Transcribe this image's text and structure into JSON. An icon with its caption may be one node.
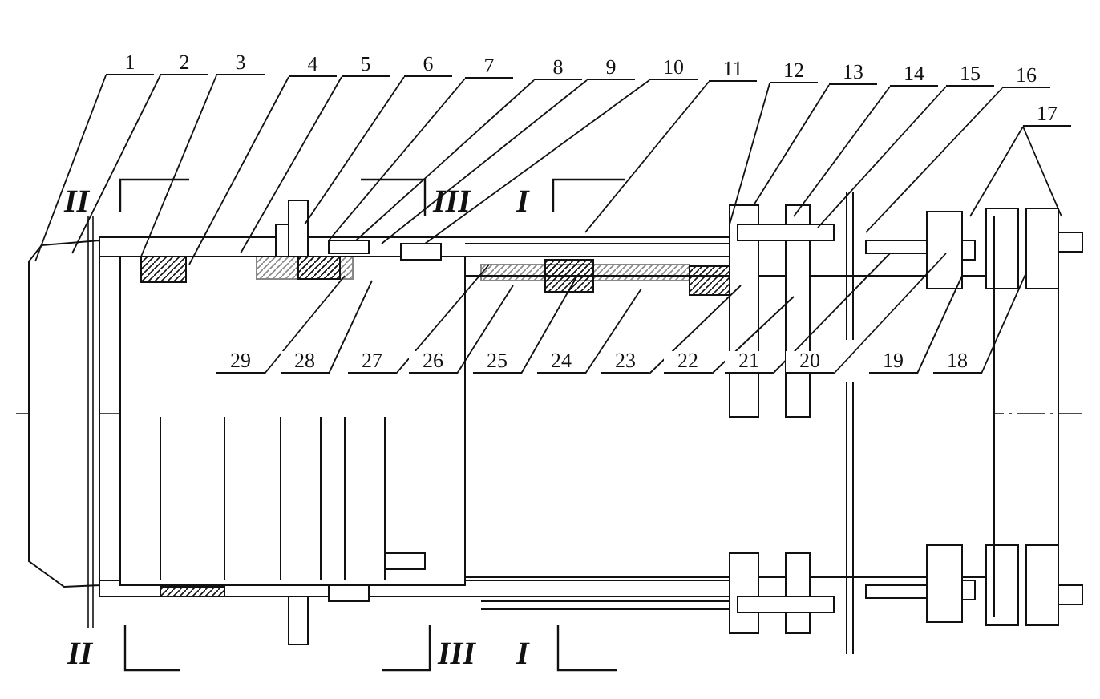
{
  "diagram": {
    "nodes": [
      {
        "text": [
          "1"
        ]
      },
      {
        "text": [
          "2"
        ]
      },
      {
        "text": [
          "3"
        ]
      },
      {
        "text": [
          "4"
        ]
      },
      {
        "text": [
          "5"
        ]
      },
      {
        "text": [
          "6"
        ]
      },
      {
        "text": [
          "7"
        ]
      },
      {
        "text": [
          "8"
        ]
      },
      {
        "text": [
          "9"
        ]
      },
      {
        "text": [
          "10"
        ]
      },
      {
        "text": [
          "11"
        ]
      },
      {
        "text": [
          "12"
        ]
      },
      {
        "text": [
          "13"
        ]
      },
      {
        "text": [
          "14"
        ]
      },
      {
        "text": [
          "15"
        ]
      },
      {
        "text": [
          "16"
        ]
      },
      {
        "text": [
          "17"
        ]
      },
      {
        "text": [
          "29"
        ]
      },
      {
        "text": [
          "28"
        ]
      },
      {
        "text": [
          "27"
        ]
      },
      {
        "text": [
          "26"
        ]
      },
      {
        "text": [
          "25"
        ]
      },
      {
        "text": [
          "24"
        ]
      },
      {
        "text": [
          "23"
        ]
      },
      {
        "text": [
          "22"
        ]
      },
      {
        "text": [
          "21"
        ]
      },
      {
        "text": [
          "20"
        ]
      },
      {
        "text": [
          "19"
        ]
      },
      {
        "text": [
          "18"
        ]
      }
    ],
    "edges": [
      {
        "from": 0,
        "to": null,
        "arrow": "none"
      },
      {
        "from": 1,
        "to": null,
        "arrow": "none"
      },
      {
        "from": 2,
        "to": null,
        "arrow": "none"
      },
      {
        "from": 3,
        "to": null,
        "arrow": "none"
      },
      {
        "from": 4,
        "to": null,
        "arrow": "none"
      },
      {
        "from": 5,
        "to": null,
        "arrow": "none"
      },
      {
        "from": 6,
        "to": null,
        "arrow": "none"
      },
      {
        "from": 7,
        "to": null,
        "arrow": "none"
      },
      {
        "from": 8,
        "to": null,
        "arrow": "none"
      },
      {
        "from": 9,
        "to": null,
        "arrow": "none"
      },
      {
        "from": 10,
        "to": null,
        "arrow": "none"
      },
      {
        "from": 11,
        "to": null,
        "arrow": "none"
      },
      {
        "from": 12,
        "to": null,
        "arrow": "none"
      },
      {
        "from": 13,
        "to": null,
        "arrow": "none"
      },
      {
        "from": 14,
        "to": null,
        "arrow": "none"
      },
      {
        "from": 15,
        "to": null,
        "arrow": "none"
      },
      {
        "from": 16,
        "to": null,
        "arrow": "none"
      },
      {
        "from": 16,
        "to": null,
        "arrow": "none"
      },
      {
        "from": 17,
        "to": null,
        "arrow": "none"
      },
      {
        "from": 18,
        "to": null,
        "arrow": "none"
      },
      {
        "from": 19,
        "to": null,
        "arrow": "none"
      },
      {
        "from": 20,
        "to": null,
        "arrow": "none"
      },
      {
        "from": 21,
        "to": null,
        "arrow": "none"
      },
      {
        "from": 22,
        "to": null,
        "arrow": "none"
      },
      {
        "from": 23,
        "to": null,
        "arrow": "none"
      },
      {
        "from": 24,
        "to": null,
        "arrow": "none"
      },
      {
        "from": 25,
        "to": null,
        "arrow": "none"
      },
      {
        "from": 26,
        "to": null,
        "arrow": "none"
      },
      {
        "from": 27,
        "to": null,
        "arrow": "none"
      },
      {
        "from": 28,
        "to": null,
        "arrow": "none"
      }
    ],
    "labels": [
      "II",
      "III",
      "I",
      "II",
      "III",
      "I"
    ]
  }
}
